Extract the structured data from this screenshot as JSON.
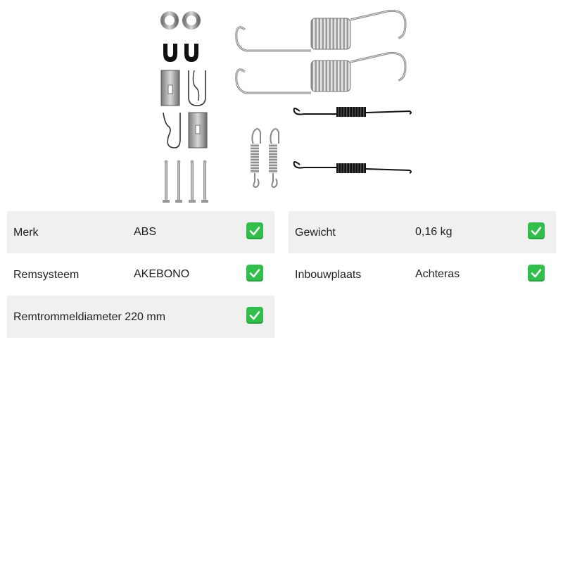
{
  "product_image": {
    "icon": "brake-shoe-fitting-kit-image"
  },
  "specs_left": [
    {
      "label": "Merk",
      "value": "ABS",
      "icon": "check-icon"
    },
    {
      "label": "Remsysteem",
      "value": "AKEBONO",
      "icon": "check-icon"
    },
    {
      "label": "Remtrommeldiameter 220 mm",
      "value": "",
      "icon": "check-icon"
    }
  ],
  "specs_right": [
    {
      "label": "Gewicht",
      "value": "0,16 kg",
      "icon": "check-icon"
    },
    {
      "label": "Inbouwplaats",
      "value": "Achteras",
      "icon": "check-icon"
    }
  ],
  "colors": {
    "row_shade": "#f0f0f0",
    "check_green": "#2fbf4a"
  }
}
